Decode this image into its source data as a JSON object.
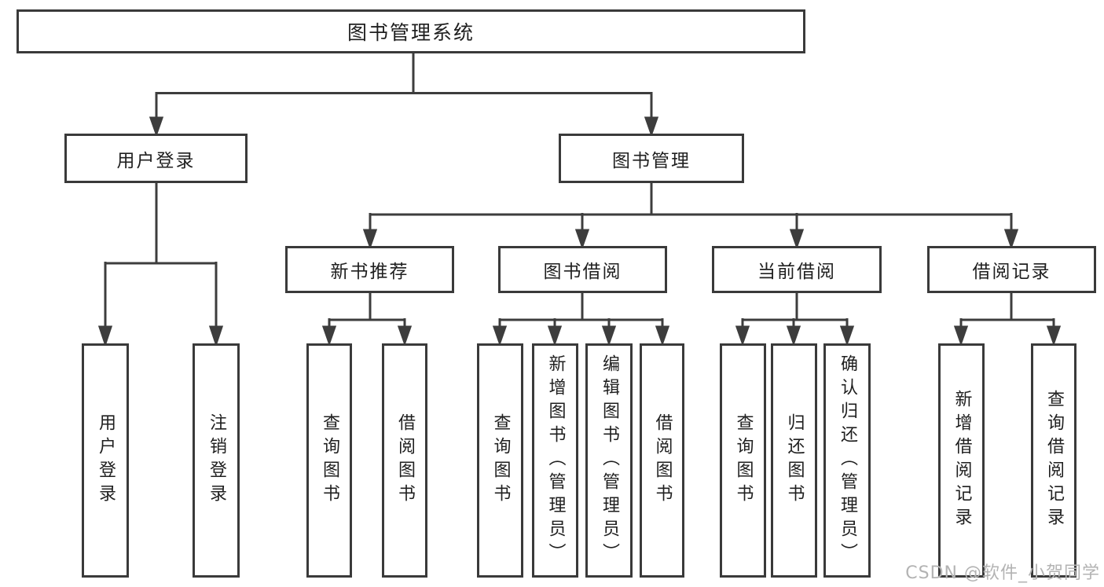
{
  "diagram": {
    "tree": {
      "label": "图书管理系统",
      "children": [
        {
          "label": "用户登录",
          "children": [
            {
              "label": "用户登录"
            },
            {
              "label": "注销登录"
            }
          ]
        },
        {
          "label": "图书管理",
          "children": [
            {
              "label": "新书推荐",
              "children": [
                {
                  "label": "查询图书"
                },
                {
                  "label": "借阅图书"
                }
              ]
            },
            {
              "label": "图书借阅",
              "children": [
                {
                  "label": "查询图书"
                },
                {
                  "label": "新增图书（管理员）"
                },
                {
                  "label": "编辑图书（管理员）"
                },
                {
                  "label": "借阅图书"
                }
              ]
            },
            {
              "label": "当前借阅",
              "children": [
                {
                  "label": "查询图书"
                },
                {
                  "label": "归还图书"
                },
                {
                  "label": "确认归还（管理员）"
                }
              ]
            },
            {
              "label": "借阅记录",
              "children": [
                {
                  "label": "新增借阅记录"
                },
                {
                  "label": "查询借阅记录"
                }
              ]
            }
          ]
        }
      ]
    },
    "colors": {
      "background": "#ffffff",
      "box_fill": "#ffffff",
      "box_border": "#3a3a3a",
      "line": "#3d3d3d",
      "text": "#1f1f1f",
      "watermark": "#b3b3b3"
    }
  },
  "watermark": {
    "text": "CSDN @软件_小贺同学"
  }
}
